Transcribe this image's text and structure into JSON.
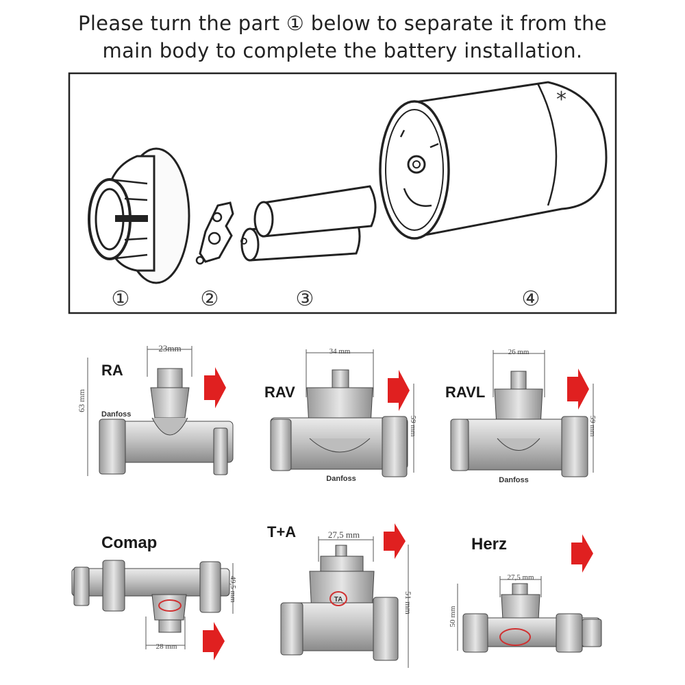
{
  "instruction": {
    "line1": "Please turn the part ① below to separate it from the",
    "line2": "main body to complete the battery installation."
  },
  "assembly": {
    "part_labels": [
      "①",
      "②",
      "③",
      "④"
    ],
    "cap_symbol": "*"
  },
  "adapters": [
    {
      "name": "RA",
      "dim_top": "23mm",
      "dim_side": "63 mm",
      "brand": "Danfoss"
    },
    {
      "name": "RAV",
      "dim_top": "34 mm",
      "dim_side": "59 mm",
      "brand": "Danfoss"
    },
    {
      "name": "RAVL",
      "dim_top": "26 mm",
      "dim_side": "59 mm",
      "brand": "Danfoss"
    },
    {
      "name": "Comap",
      "dim_bottom": "28 mm",
      "dim_side": "49,5 mm"
    },
    {
      "name": "T+A",
      "dim_top": "27,5 mm",
      "dim_side": "51 mm",
      "mark": "TA"
    },
    {
      "name": "Herz",
      "dim_top": "27,5 mm",
      "dim_side": "50 mm"
    }
  ],
  "colors": {
    "arrow": "#e02020",
    "metal": "#b8b8b8",
    "outline": "#333333"
  }
}
